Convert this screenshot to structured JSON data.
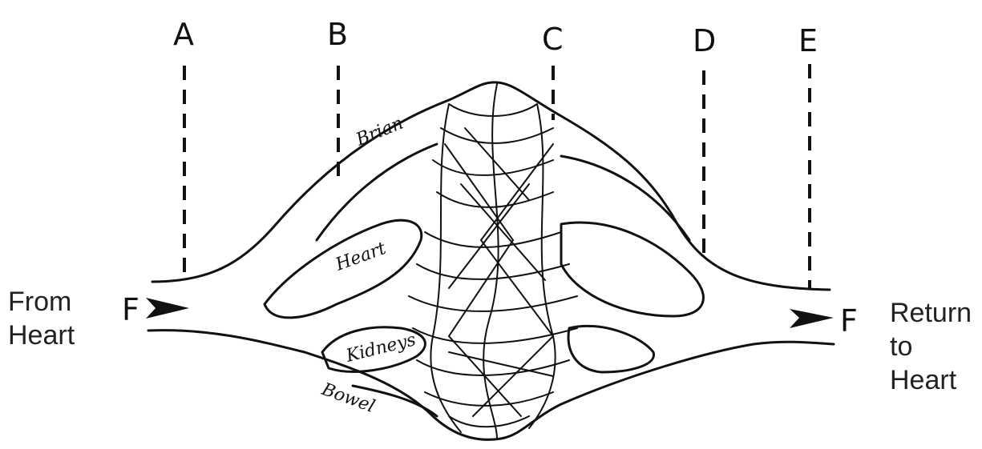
{
  "markers": {
    "a": "A",
    "b": "B",
    "c": "C",
    "d": "D",
    "e": "E",
    "f_left": "F",
    "f_right": "F"
  },
  "organs": {
    "brain": "Brian",
    "heart": "Heart",
    "kidneys": "Kidneys",
    "bowel": "Bowel"
  },
  "labels": {
    "from_heart": "From\nHeart",
    "return_to_heart": "Return\nto\nHeart"
  }
}
